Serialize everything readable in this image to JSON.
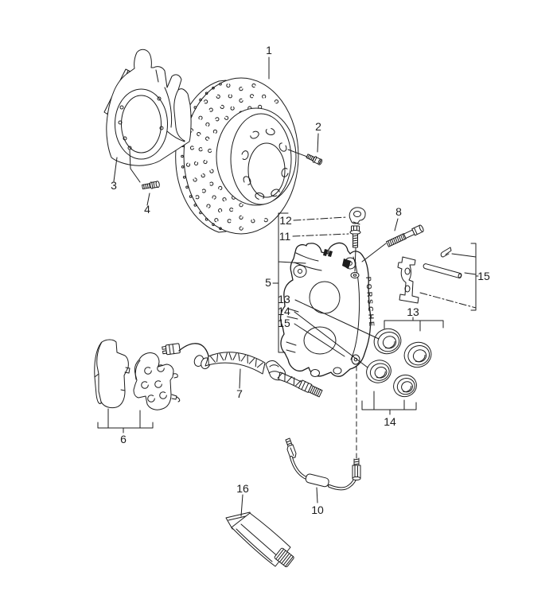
{
  "figure": {
    "background": "#ffffff",
    "line_color": "#1c1c1c",
    "caliper_brand": "PORSCHE"
  },
  "callouts": {
    "n1": "1",
    "n2": "2",
    "n3": "3",
    "n4": "4",
    "n5": "5",
    "n6": "6",
    "n7": "7",
    "n8": "8",
    "n10": "10",
    "n11": "11",
    "n12": "12",
    "n13": "13",
    "n14": "14",
    "n15": "15",
    "n16": "16"
  }
}
